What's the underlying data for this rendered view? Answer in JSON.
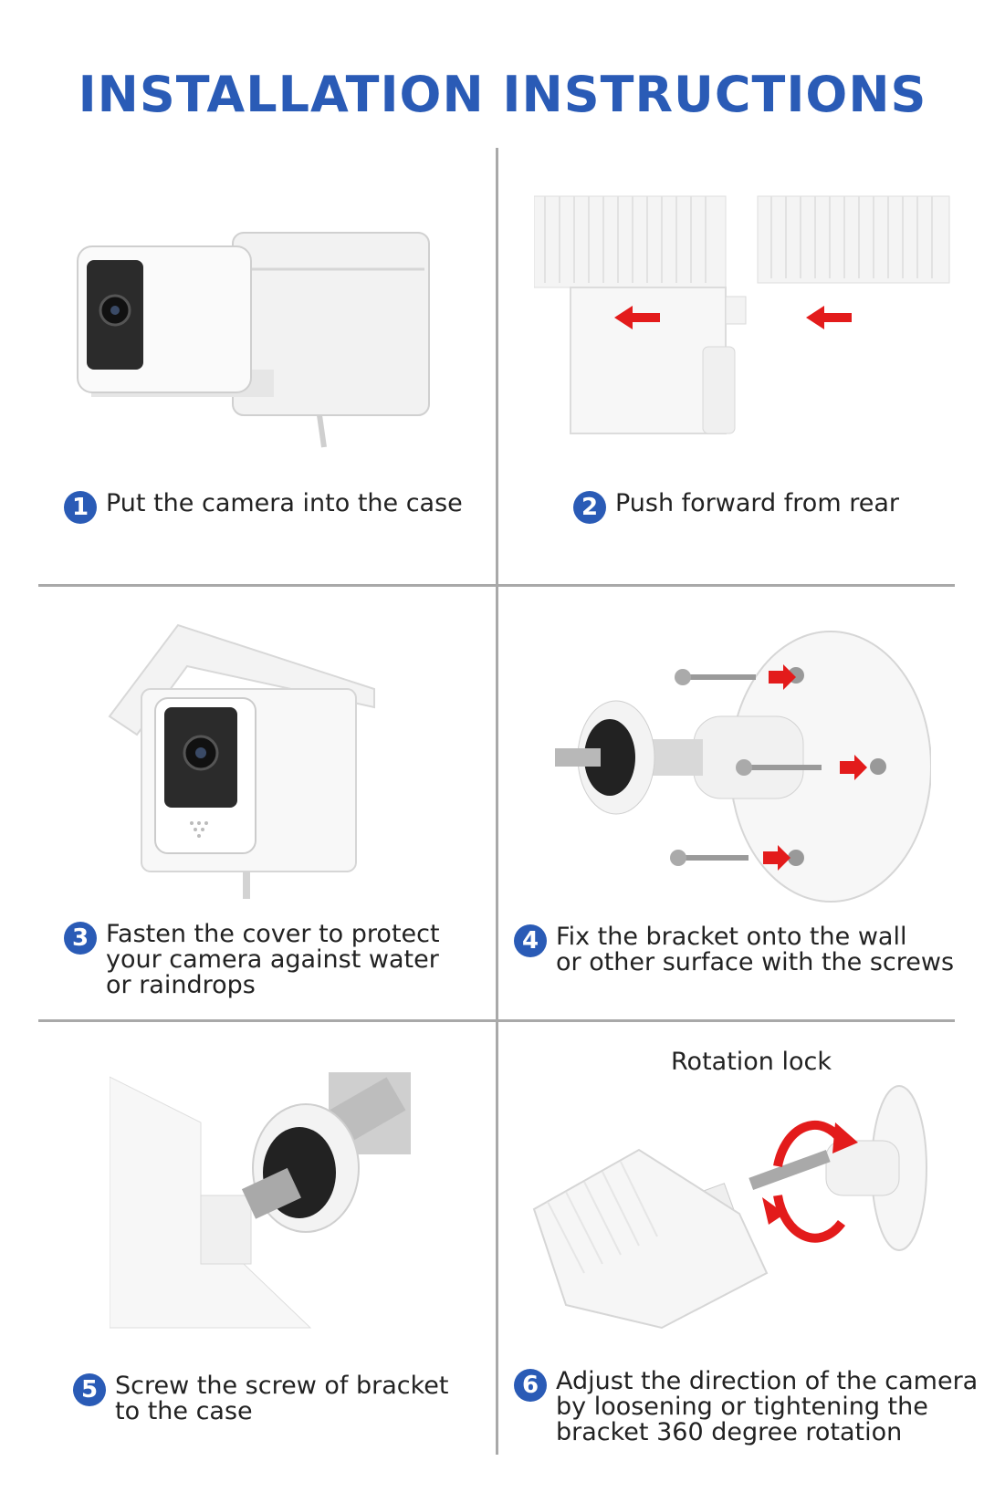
{
  "title": "INSTALLATION INSTRUCTIONS",
  "colors": {
    "accent": "#2a5bb6",
    "arrow": "#e31b1b",
    "divider": "#a9a9a9"
  },
  "steps": [
    {
      "num": "1",
      "text": "Put the camera into the case",
      "image": "camera-into-case"
    },
    {
      "num": "2",
      "text": "Push forward from rear",
      "image": "push-forward"
    },
    {
      "num": "3",
      "text": "Fasten the cover to protect\nyour camera against water\nor raindrops",
      "image": "cover-fastened"
    },
    {
      "num": "4",
      "text": "Fix the bracket onto the wall\nor other surface with the screws",
      "image": "bracket-screws"
    },
    {
      "num": "5",
      "text": "Screw the screw of bracket\nto the case",
      "image": "screw-to-case"
    },
    {
      "num": "6",
      "text": "Adjust the direction of the camera\nby loosening or tightening the\nbracket 360 degree rotation",
      "image": "rotation-adjust"
    }
  ],
  "rotation_label": "Rotation lock"
}
